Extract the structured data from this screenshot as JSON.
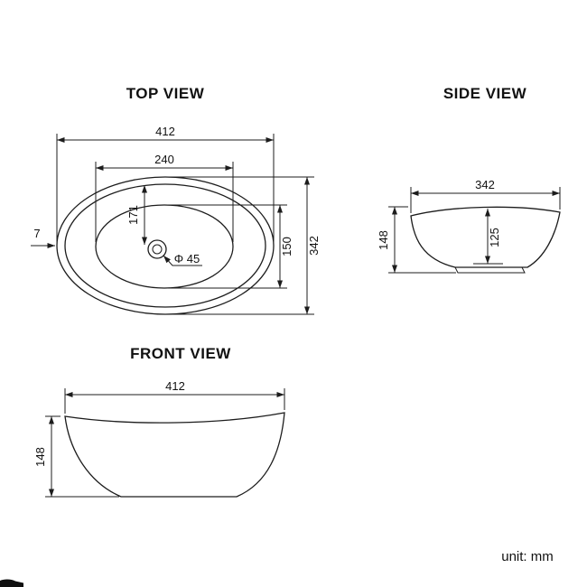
{
  "footer": {
    "unit_label": "unit: mm"
  },
  "views": {
    "top": {
      "title": "TOP VIEW",
      "width_overall": "412",
      "width_inner": "240",
      "depth_to_drain": "171",
      "height_inner": "150",
      "height_overall": "342",
      "rim_thickness": "7",
      "drain_diameter": "Φ 45"
    },
    "side": {
      "title": "SIDE VIEW",
      "width": "342",
      "height": "148",
      "depth_inner": "125"
    },
    "front": {
      "title": "FRONT VIEW",
      "width": "412",
      "height": "148"
    }
  }
}
